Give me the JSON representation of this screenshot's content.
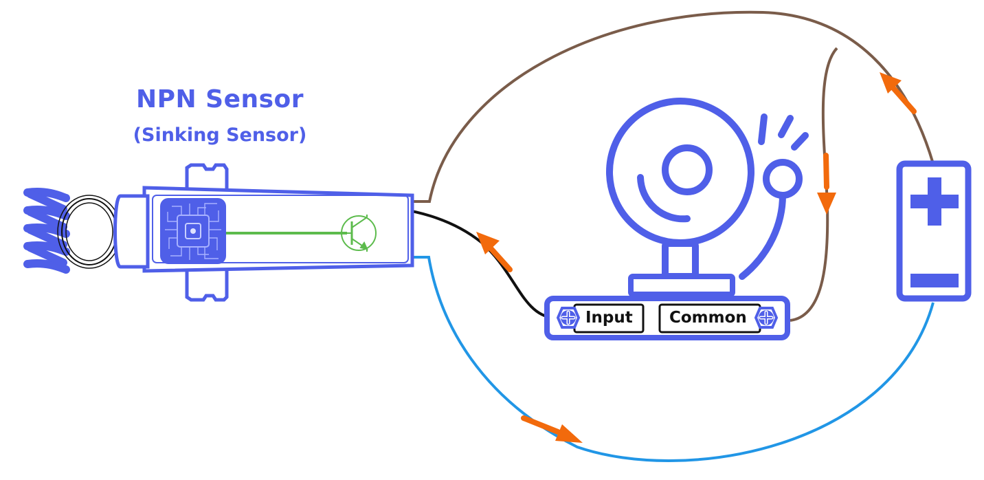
{
  "diagram": {
    "title": "NPN Sensor",
    "subtitle": "(Sinking Sensor)",
    "bell_terminals": {
      "input_label": "Input",
      "common_label": "Common"
    },
    "battery": {
      "positive_symbol": "+",
      "negative_symbol": "−"
    },
    "colors": {
      "accent_blue": "#4f5fe8",
      "brown_wire": "#7a5c4a",
      "blue_wire": "#2196e6",
      "black_wire": "#111111",
      "signal_green": "#5cbb4c",
      "current_arrow": "#f26a0c"
    },
    "icons": [
      "coil-spring-icon",
      "sensor-chip-icon",
      "npn-transistor-icon",
      "alarm-bell-icon",
      "battery-icon",
      "screw-terminal-icon",
      "current-arrow-icon"
    ]
  }
}
